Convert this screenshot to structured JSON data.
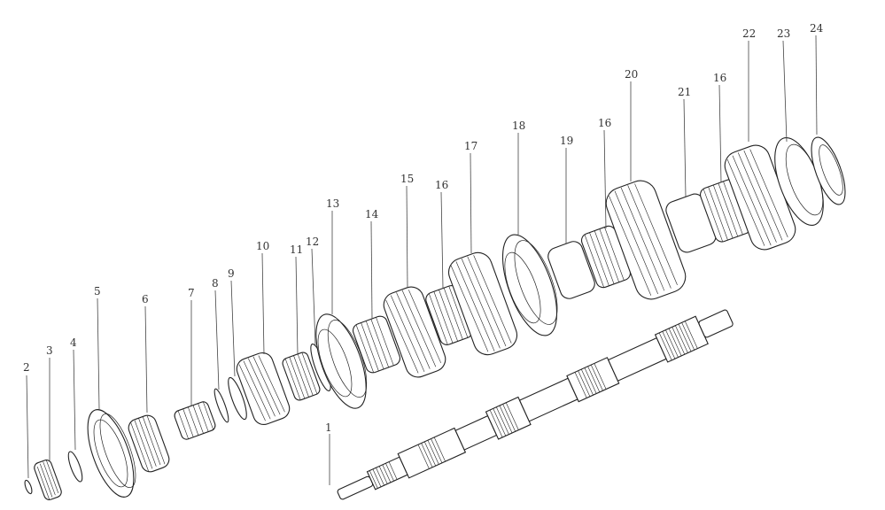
{
  "diagram": {
    "labels": {
      "n1": "1",
      "n2": "2",
      "n3": "3",
      "n4": "4",
      "n5": "5",
      "n6": "6",
      "n7": "7",
      "n8": "8",
      "n9": "9",
      "n10": "10",
      "n11": "11",
      "n12": "12",
      "n13": "13",
      "n14": "14",
      "n15": "15",
      "n16a": "16",
      "n17": "17",
      "n18": "18",
      "n19": "19",
      "n16b": "16",
      "n20": "20",
      "n21": "21",
      "n16c": "16",
      "n22": "22",
      "n23": "23",
      "n24": "24"
    }
  }
}
